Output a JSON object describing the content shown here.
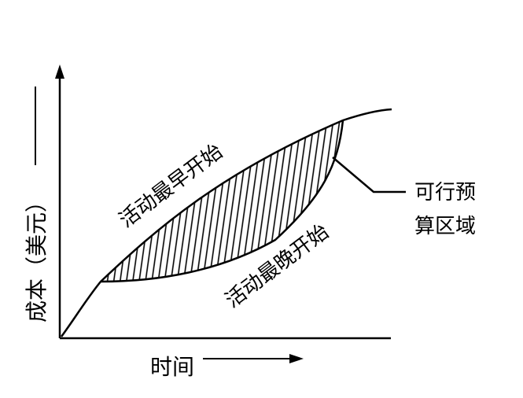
{
  "diagram": {
    "y_axis_label": "成本（美元）",
    "x_axis_label": "时间",
    "curves": {
      "early_start_label": "活动最早开始",
      "late_start_label": "活动最晚开始"
    },
    "feasible_region": {
      "line1": "可行预",
      "line2": "算区域"
    },
    "colors": {
      "stroke": "#000000",
      "background": "#ffffff"
    }
  }
}
